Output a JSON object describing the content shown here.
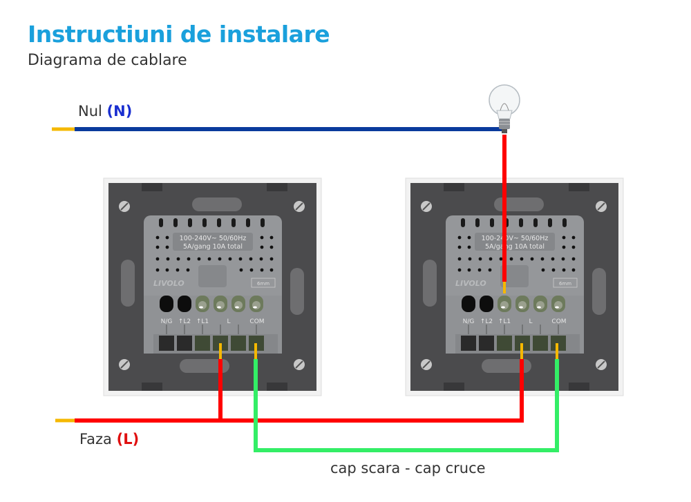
{
  "header": {
    "title": "Instructiuni de instalare",
    "subtitle": "Diagrama de cablare"
  },
  "labels": {
    "neutral_text": "Nul",
    "neutral_code": "(N)",
    "phase_text": "Faza",
    "phase_code": "(L)",
    "connection_caption": "cap scara - cap cruce"
  },
  "switch": {
    "rating_line1": "100-240V~  50/60Hz",
    "rating_line2": "5A/gang  10A total",
    "brand": "LIVOLO",
    "strip_length": "6mm",
    "terminals": [
      "N/G",
      "↑L2",
      "↑L1",
      "L",
      "COM"
    ]
  },
  "colors": {
    "title": "#1aa0dc",
    "neutral_wire": "#0a3a9c",
    "phase_wire": "#ff0000",
    "traveler_wire": "#33ee66",
    "wire_tip": "#f5b800",
    "neutral_label": "#1a2fd0",
    "phase_label": "#e01010"
  },
  "icons": [
    "light-bulb-icon"
  ]
}
